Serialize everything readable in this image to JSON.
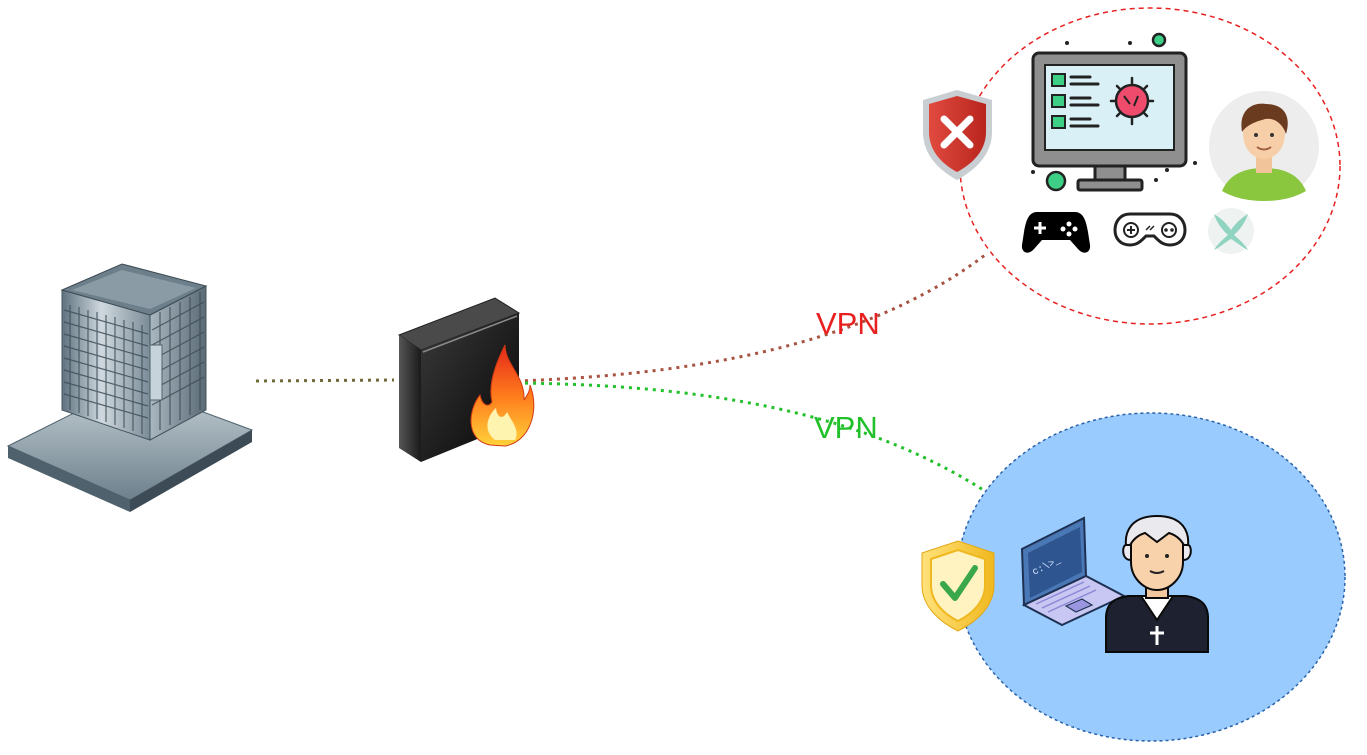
{
  "connections": [
    {
      "label": "VPN",
      "color": "#e8201f",
      "status": "untrusted"
    },
    {
      "label": "VPN",
      "color": "#22c02a",
      "status": "trusted"
    }
  ],
  "colors": {
    "lan_link": "#6f6a3a",
    "untrusted_border": "#e8201f",
    "trusted_fill": "#99cbff",
    "trusted_border": "#2962a8",
    "shield_bad": "#d63b33",
    "shield_good": "#f6c93a"
  },
  "icons": {
    "office": "office-building-icon",
    "firewall": "firewall-icon",
    "untrusted": [
      "shield-x-icon",
      "monitor-malware-icon",
      "user-avatar-icon",
      "gamepad-icon",
      "gamepad-outline-icon",
      "xbox-logo-icon"
    ],
    "trusted": [
      "shield-check-icon",
      "laptop-terminal-icon",
      "priest-user-icon"
    ]
  }
}
